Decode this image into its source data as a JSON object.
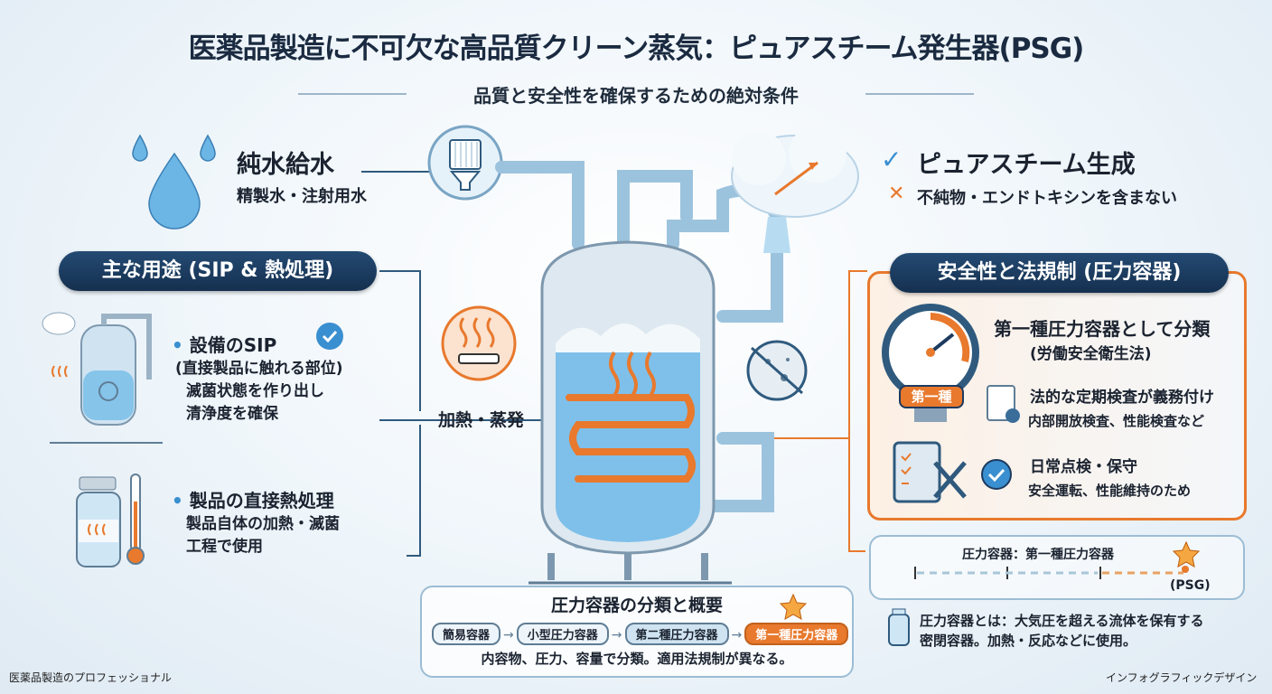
{
  "title": "医薬品製造に不可欠な高品質クリーン蒸気：ピュアスチーム発生器(PSG)",
  "subtitle": "品質と安全性を確保するための絶対条件",
  "input": {
    "title": "純水給水",
    "subtitle": "精製水・注射用水"
  },
  "output": {
    "title": "ピュアスチーム生成",
    "note": "不純物・エンドトキシンを含まない"
  },
  "heating": {
    "label": "加熱・蒸発"
  },
  "uses": {
    "header": "主な用途 (SIP & 熱処理)",
    "items": [
      {
        "title": "設備のSIP",
        "lines": [
          "(直接製品に触れる部位)",
          "滅菌状態を作り出し",
          "清浄度を確保"
        ]
      },
      {
        "title": "製品の直接熱処理",
        "lines": [
          "製品自体の加熱・滅菌",
          "工程で使用"
        ]
      }
    ]
  },
  "safety": {
    "header": "安全性と法規制 (圧力容器)",
    "gauge_badge": "第一種",
    "classification": "第一種圧力容器として分類",
    "law": "(労働安全衛生法)",
    "inspection": {
      "title": "法的な定期検査が義務付け",
      "detail": "内部開放検査、性能検査など"
    },
    "maintenance": {
      "title": "日常点検・保守",
      "detail": "安全運転、性能維持のため"
    }
  },
  "scale": {
    "title": "圧力容器：第一種圧力容器",
    "marker": "(PSG)"
  },
  "definition": {
    "line1": "圧力容器とは：大気圧を超える流体を保有する",
    "line2": "密閉容器。加熱・反応などに使用。"
  },
  "classes": {
    "title": "圧力容器の分類と概要",
    "steps": [
      "簡易容器",
      "小型圧力容器",
      "第二種圧力容器",
      "第一種圧力容器"
    ],
    "note": "内容物、圧力、容量で分類。適用法規制が異なる。"
  },
  "footer": {
    "left": "医薬品製造のプロフェッショナル",
    "right": "インフォグラフィックデザイン"
  },
  "colors": {
    "navy": "#1d3a5f",
    "orange": "#e8792d",
    "blue": "#3a8fd0"
  }
}
